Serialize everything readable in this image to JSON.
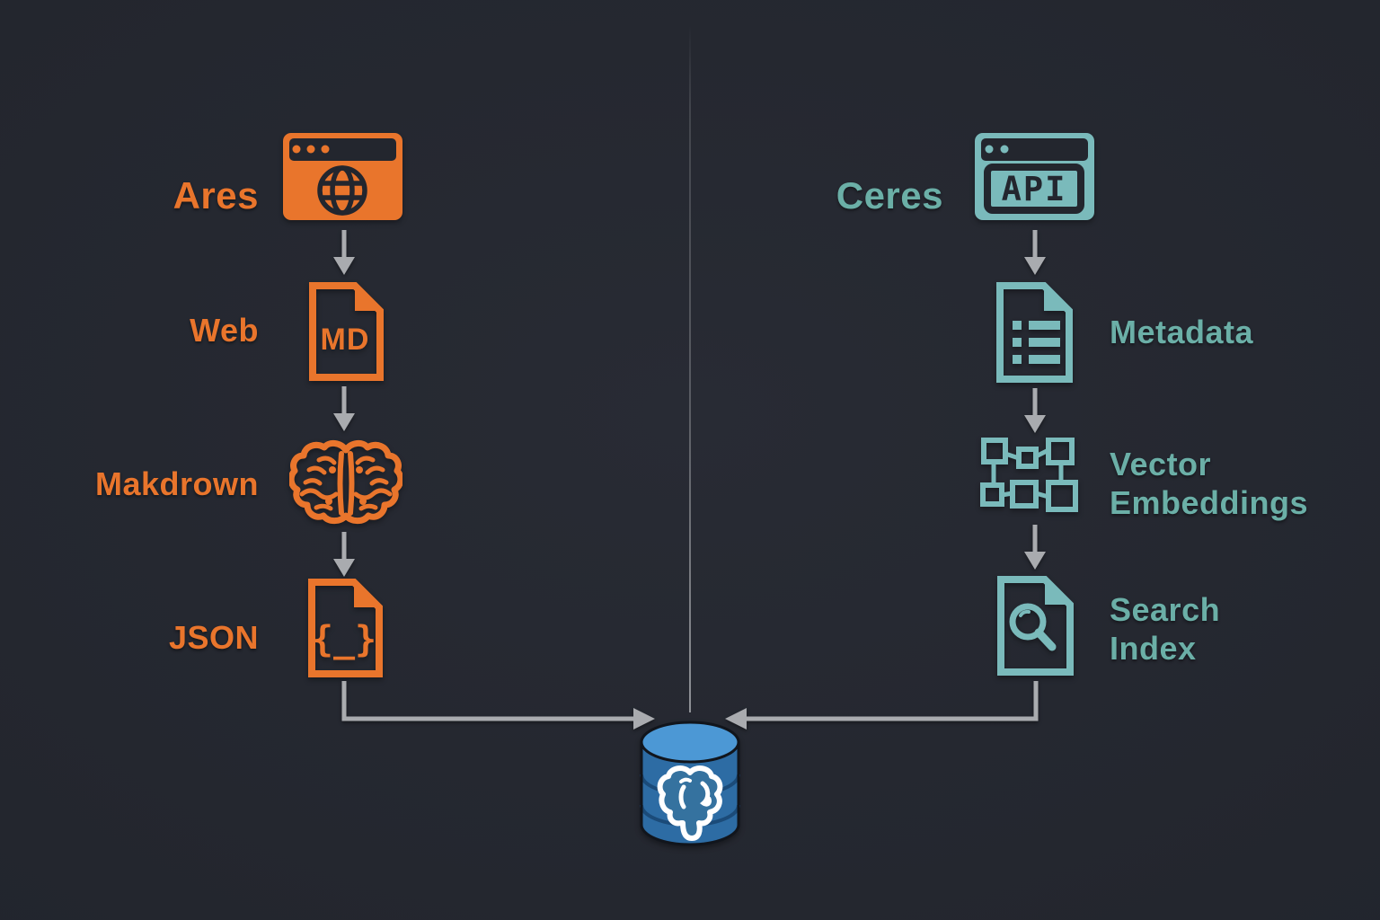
{
  "colors": {
    "background": "#23262e",
    "left_accent": "#e9752c",
    "right_accent": "#7ababl-fix",
    "right_accent_hex": "#7ababb",
    "teal_icon": "#7ababb",
    "teal_text": "#6bafa7",
    "arrow_gray": "#a9abaf",
    "database_top": "#4c98d5",
    "database_body": "#2d6ca4"
  },
  "pipelines": {
    "left": {
      "accent": "#e9752c",
      "nodes": [
        {
          "label": "Ares",
          "icon": "browser-globe-icon"
        },
        {
          "label": "Web",
          "icon": "markdown-file-icon",
          "icon_text": "MD"
        },
        {
          "label": "Makdrown",
          "icon": "brain-icon"
        },
        {
          "label": "JSON",
          "icon": "json-file-icon",
          "icon_text": "{_}"
        }
      ]
    },
    "right": {
      "accent": "#7ababb",
      "nodes": [
        {
          "label": "Ceres",
          "icon": "browser-api-icon",
          "icon_text": "API"
        },
        {
          "label": "Metadata",
          "icon": "list-file-icon"
        },
        {
          "label": "Vector Embeddings",
          "icon": "vector-network-icon"
        },
        {
          "label": "Search Index",
          "icon": "search-file-icon"
        }
      ]
    }
  },
  "database": {
    "icon": "postgresql-database-icon"
  }
}
